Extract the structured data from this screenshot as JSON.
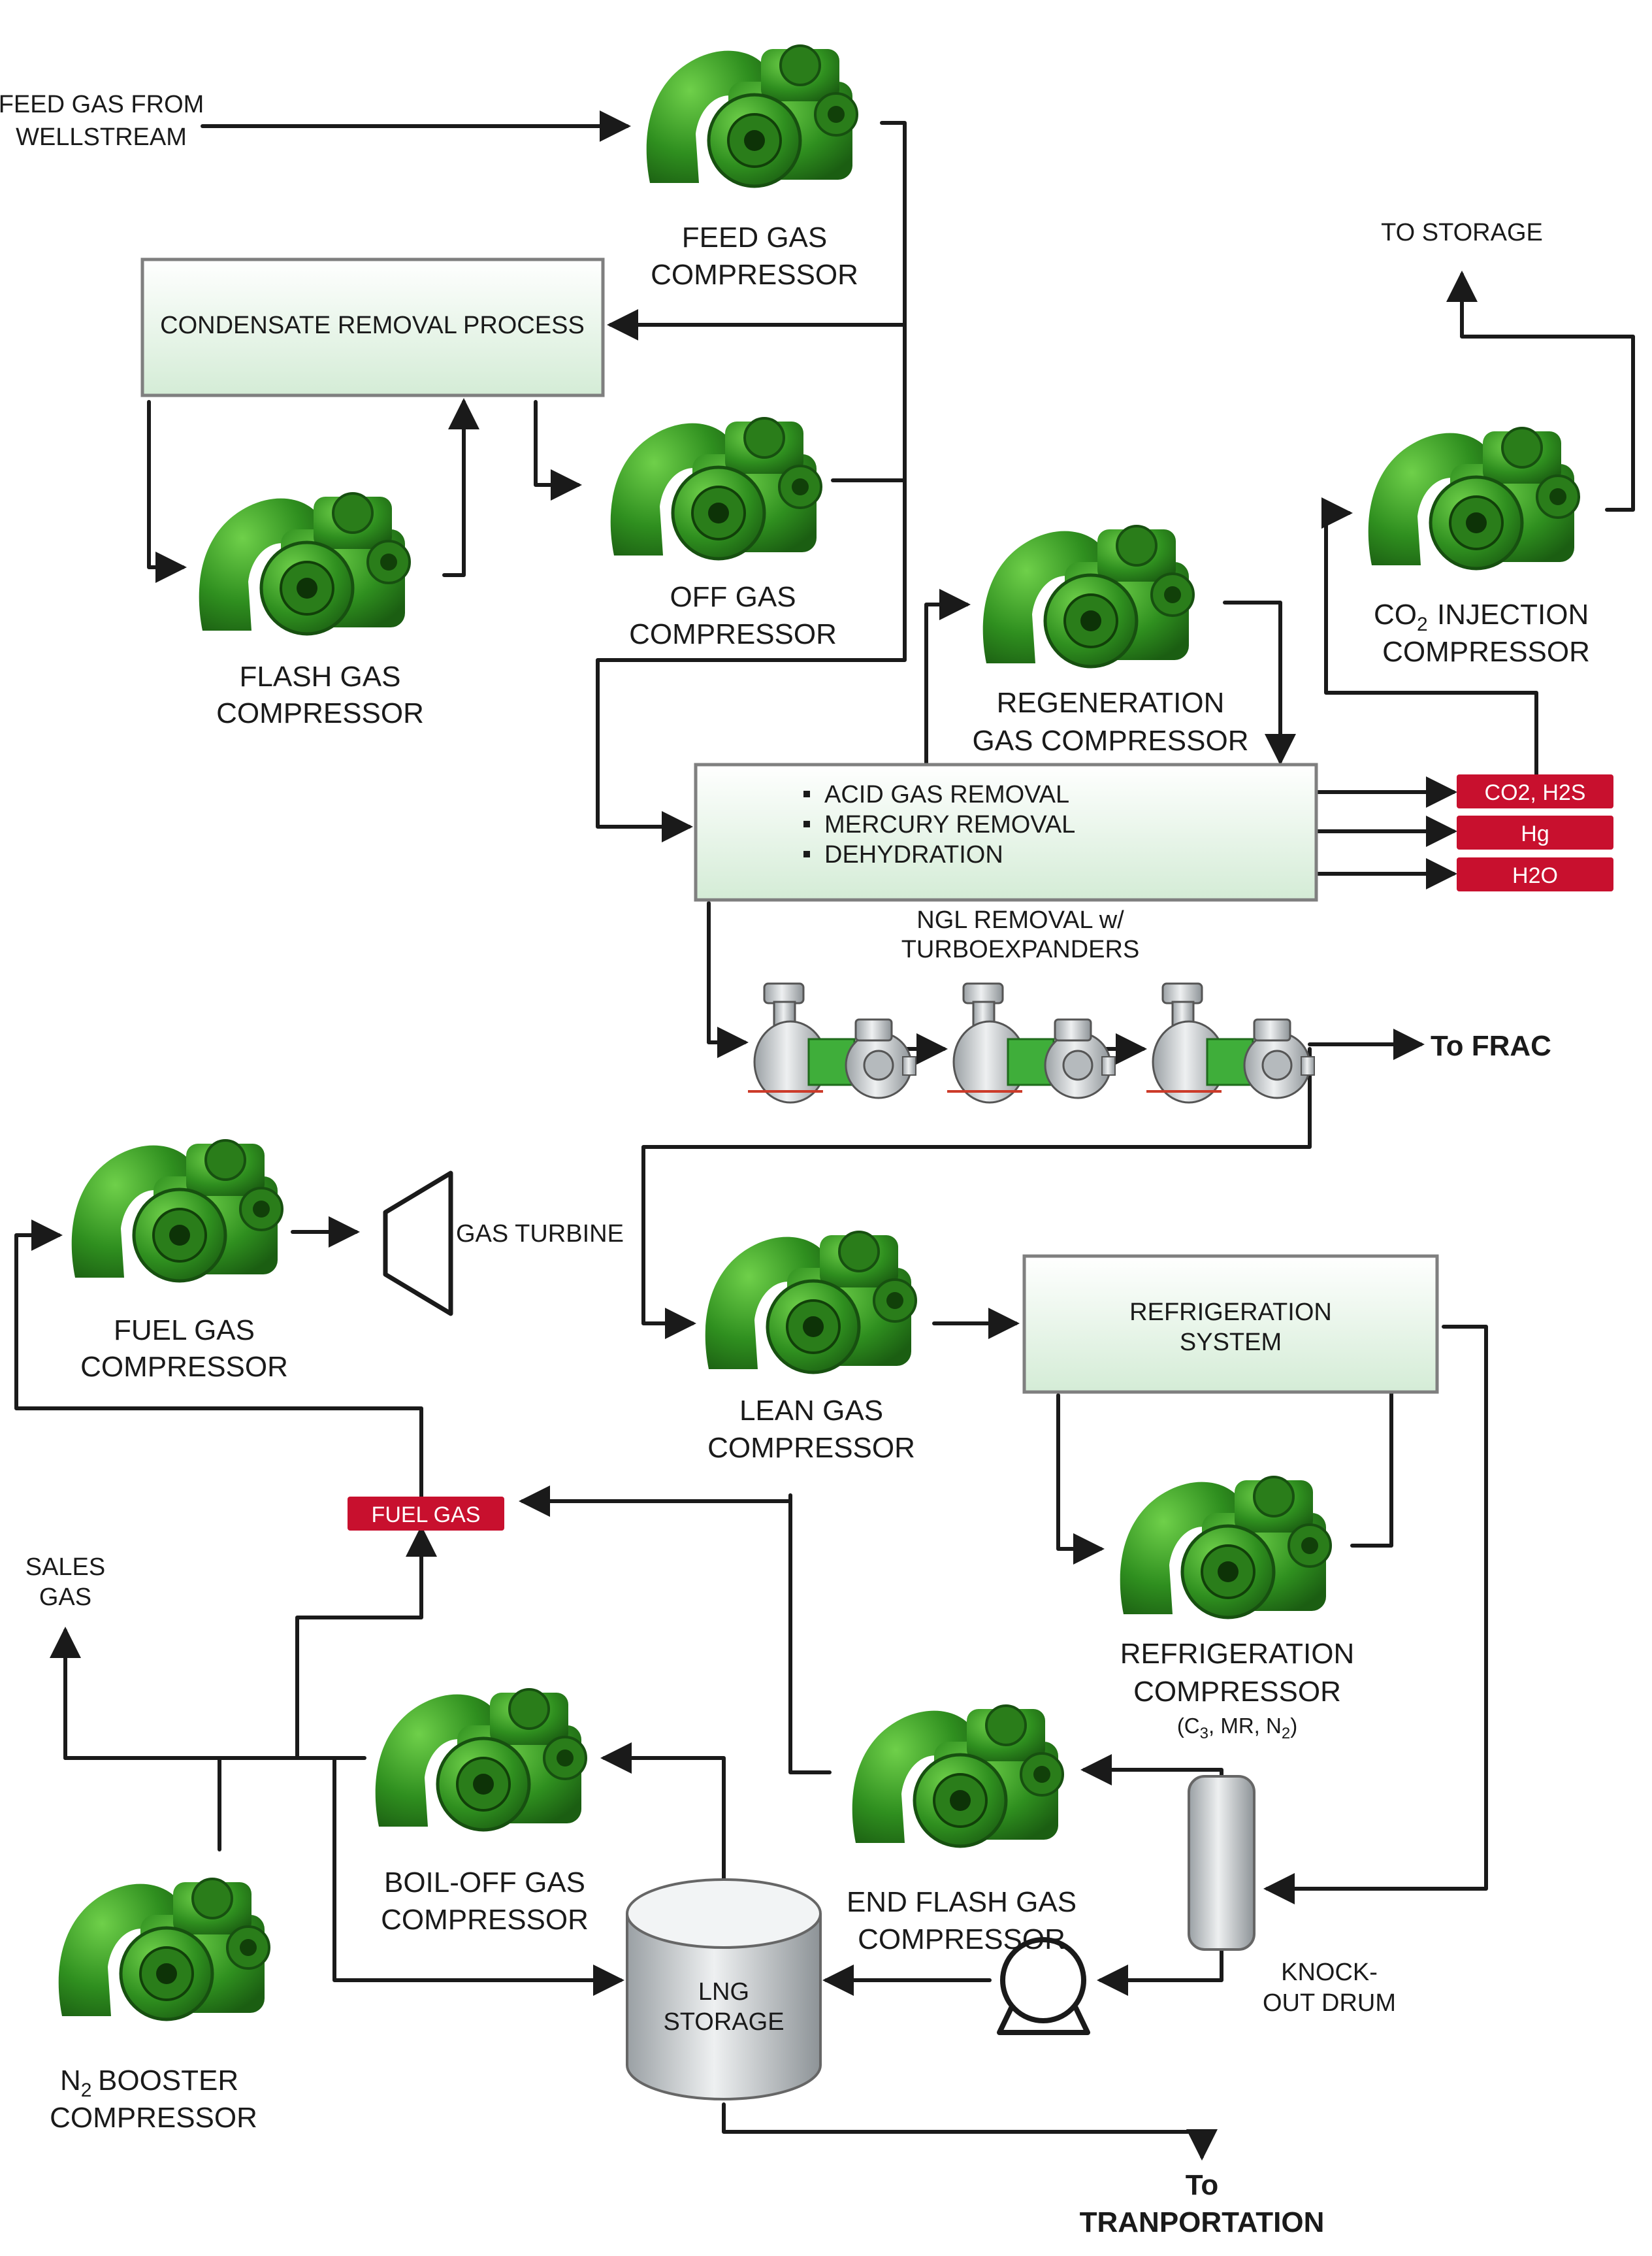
{
  "equipment": {
    "feed_gas_compressor": [
      "FEED GAS",
      "COMPRESSOR"
    ],
    "off_gas_compressor": [
      "OFF GAS",
      "COMPRESSOR"
    ],
    "flash_gas_compressor": [
      "FLASH GAS",
      "COMPRESSOR"
    ],
    "regeneration_gas_compressor": [
      "REGENERATION",
      "GAS COMPRESSOR"
    ],
    "co2_injection_compressor": [
      "INJECTION",
      "COMPRESSOR"
    ],
    "fuel_gas_compressor": [
      "FUEL GAS",
      "COMPRESSOR"
    ],
    "lean_gas_compressor": [
      "LEAN GAS",
      "COMPRESSOR"
    ],
    "refrigeration_compressor": [
      "REFRIGERATION",
      "COMPRESSOR"
    ],
    "refrigeration_compressor_note": "(C3, MR, N2)",
    "boil_off_gas_compressor": [
      "BOIL-OFF GAS",
      "COMPRESSOR"
    ],
    "end_flash_gas_compressor": [
      "END FLASH GAS",
      "COMPRESSOR"
    ],
    "n2_booster_compressor": [
      "BOOSTER",
      "COMPRESSOR"
    ],
    "gas_turbine": "GAS TURBINE",
    "knock_out_drum": [
      "KNOCK-",
      "OUT DRUM"
    ],
    "lng_storage": [
      "LNG",
      "STORAGE"
    ]
  },
  "processes": {
    "condensate_removal": "CONDENSATE REMOVAL PROCESS",
    "treatment_items": [
      "ACID GAS REMOVAL",
      "MERCURY REMOVAL",
      "DEHYDRATION"
    ],
    "ngl_removal": [
      "NGL REMOVAL w/",
      "TURBOEXPANDERS"
    ],
    "refrigeration_system": [
      "REFRIGERATION",
      "SYSTEM"
    ]
  },
  "streams": {
    "feed_gas": [
      "FEED GAS FROM",
      "WELLSTREAM"
    ],
    "to_storage": "TO STORAGE",
    "to_frac": "To FRAC",
    "sales_gas": [
      "SALES",
      "GAS"
    ],
    "to_transportation": [
      "To",
      "TRANPORTATION"
    ]
  },
  "tags": {
    "co2_h2s": "CO2, H2S",
    "hg": "Hg",
    "h2o": "H2O",
    "fuel_gas": "FUEL GAS"
  },
  "colors": {
    "compressor": "#3a9a22",
    "tag": "#c8102e",
    "process_box_top": "#ffffff",
    "process_box_bottom": "#d4ecd6",
    "line": "#1a1a1a"
  }
}
